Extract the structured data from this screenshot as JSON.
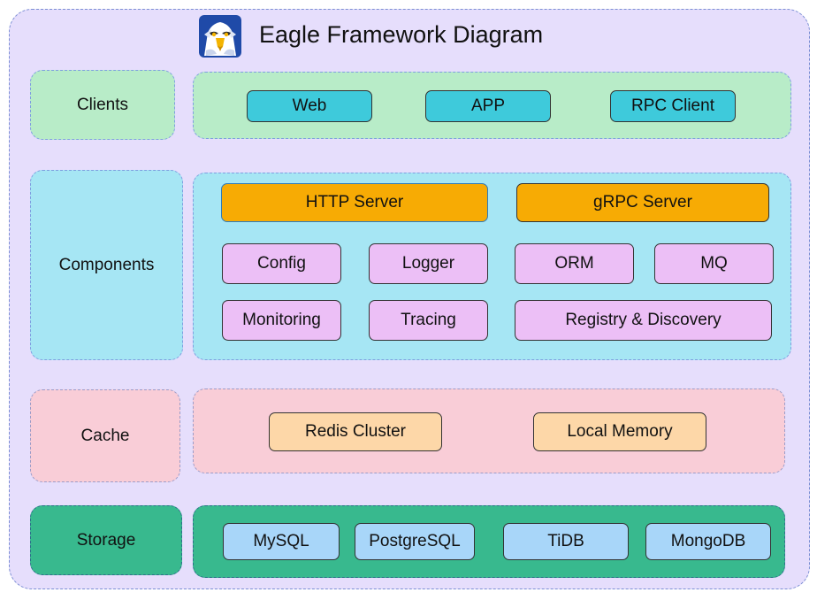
{
  "title": "Eagle Framework Diagram",
  "logo_icon": "eagle-logo-icon",
  "colors": {
    "frame_bg": "#e6defc",
    "clients_bg": "#b8ecc8",
    "clients_chip": "#3ecadb",
    "components_bg": "#a6e6f4",
    "server_chip": "#f7ab04",
    "component_chip": "#ecbff6",
    "cache_bg": "#f9cdd7",
    "cache_chip": "#fdd7a8",
    "storage_bg": "#38b98e",
    "storage_chip": "#a8d6f9"
  },
  "layers": {
    "clients": {
      "label": "Clients",
      "items": [
        "Web",
        "APP",
        "RPC Client"
      ]
    },
    "components": {
      "label": "Components",
      "servers": [
        "HTTP Server",
        "gRPC Server"
      ],
      "items": [
        "Config",
        "Logger",
        "ORM",
        "MQ",
        "Monitoring",
        "Tracing",
        "Registry & Discovery"
      ]
    },
    "cache": {
      "label": "Cache",
      "items": [
        "Redis Cluster",
        "Local Memory"
      ]
    },
    "storage": {
      "label": "Storage",
      "items": [
        "MySQL",
        "PostgreSQL",
        "TiDB",
        "MongoDB"
      ]
    }
  }
}
